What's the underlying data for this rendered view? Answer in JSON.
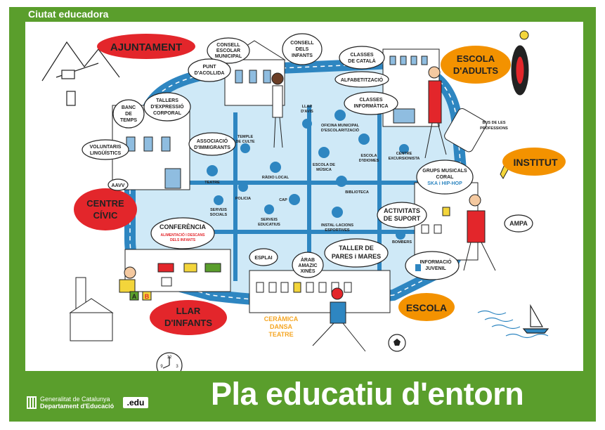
{
  "header": {
    "title": "Ciutat educadora"
  },
  "main_title": "Pla educatiu d'entorn",
  "footer": {
    "gencat_line1": "Generalitat de Catalunya",
    "gencat_line2": "Departament d'Educació",
    "edu_logo": ".edu"
  },
  "colors": {
    "frame_green": "#5a9e2c",
    "road_blue": "#2e86c1",
    "road_inner": "#cfe9f7",
    "red_label": "#e3262b",
    "orange_label": "#f39200",
    "yellow_text": "#f5a623"
  },
  "red_labels": {
    "ajuntament": "AJUNTAMENT",
    "centre_civic_1": "CENTRE",
    "centre_civic_2": "CÍVIC",
    "llar_infants_1": "LLAR",
    "llar_infants_2": "D'INFANTS"
  },
  "orange_labels": {
    "escola_adults_1": "ESCOLA",
    "escola_adults_2": "D'ADULTS",
    "institut": "INSTITUT",
    "escola": "ESCOLA"
  },
  "bubbles": {
    "consell_escolar_1": "CONSELL",
    "consell_escolar_2": "ESCOLAR",
    "consell_escolar_3": "MUNICIPAL",
    "consell_infants_1": "CONSELL",
    "consell_infants_2": "DELS",
    "consell_infants_3": "INFANTS",
    "punt_acollida_1": "PUNT",
    "punt_acollida_2": "D'ACOLLIDA",
    "tallers_1": "TALLERS",
    "tallers_2": "D'EXPRESSIÓ",
    "tallers_3": "CORPORAL",
    "banc_temps_1": "BANC",
    "banc_temps_2": "DE",
    "banc_temps_3": "TEMPS",
    "voluntaris_1": "VOLUNTARIS",
    "voluntaris_2": "LINGÜÍSTICS",
    "associacio_1": "ASSOCIACIÓ",
    "associacio_2": "D'IMMIGRANTS",
    "aavv": "AAVV",
    "classes_catala_1": "CLASSES",
    "classes_catala_2": "DE CATALÀ",
    "alfabetitzacio": "ALFABETITZACIÓ",
    "classes_informatica_1": "CLASSES",
    "classes_informatica_2": "INFORMÀTICA",
    "grups_musicals_1": "GRUPS MUSICALS",
    "grups_musicals_2": "CORAL",
    "grups_musicals_3": "SKA i HIP-HOP",
    "activitats_suport_1": "ACTIVITATS",
    "activitats_suport_2": "DE SUPORT",
    "ampa": "AMPA",
    "conferencia_1": "CONFERÈNCIA",
    "conferencia_2": "ALIMENTACIÓ I DESCANS",
    "conferencia_3": "DELS INFANTS",
    "esplai": "ESPLAI",
    "arab_1": "ÀRAB",
    "arab_2": "AMAZIC",
    "arab_3": "XINÈS",
    "taller_pares_1": "TALLER DE",
    "taller_pares_2": "PARES i MARES",
    "informacio_1": "INFORMACIÓ",
    "informacio_2": "JUVENIL"
  },
  "map_labels": {
    "llar_avis_1": "LLAR",
    "llar_avis_2": "D'AVIS",
    "oficina_1": "OFICINA MUNICIPAL",
    "oficina_2": "D'ESCOLARITZACIÓ",
    "temple_1": "TEMPLE",
    "temple_2": "DE CULTE",
    "teatre": "TEATRE",
    "radio_local": "RÀDIO LOCAL",
    "policia": "POLICIA",
    "cap": "CAP",
    "serveis_socials_1": "SERVEIS",
    "serveis_socials_2": "SOCIALS",
    "serveis_educatius_1": "SERVEIS",
    "serveis_educatius_2": "EDUCATIUS",
    "escola_musica_1": "ESCOLA DE",
    "escola_musica_2": "MÚSICA",
    "escola_idiomes_1": "ESCOLA",
    "escola_idiomes_2": "D'IDIOMES",
    "centre_excursionista_1": "CENTRE",
    "centre_excursionista_2": "EXCURSIONISTA",
    "biblioteca": "BIBLIOTECA",
    "installacions_1": "INSTAL·LACIONS",
    "installacions_2": "ESPORTIVES",
    "bombers": "BOMBERS",
    "bus_1": "BUS DE LES",
    "bus_2": "PROFESSIONS"
  },
  "ceramica": {
    "line1": "CERÀMICA",
    "line2": "DANSA",
    "line3": "TEATRE"
  },
  "blocks": {
    "a": "A",
    "b": "B"
  }
}
